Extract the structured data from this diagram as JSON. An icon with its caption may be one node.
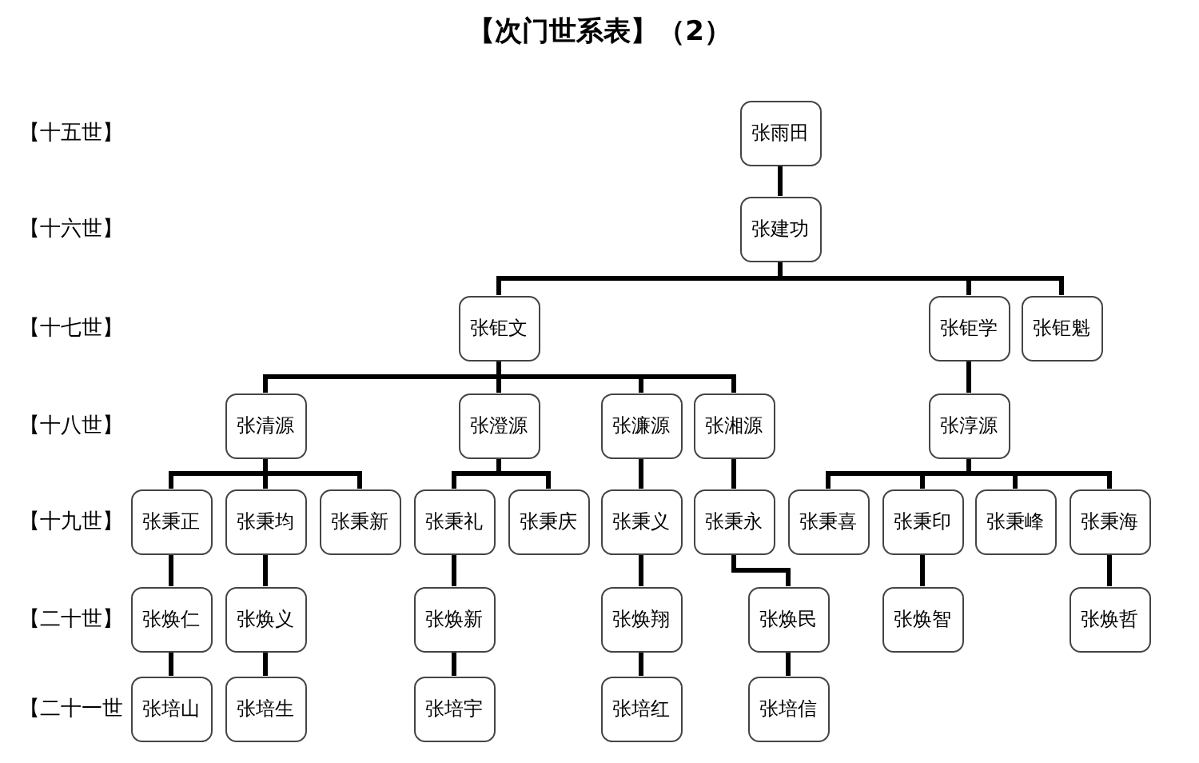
{
  "diagram": {
    "title": "【次门世系表】（2）",
    "nodes": [
      {
        "text": [
          "张雨田"
        ]
      },
      {
        "text": [
          "张建功"
        ]
      },
      {
        "text": [
          "张钜文"
        ]
      },
      {
        "text": [
          "张钜学"
        ]
      },
      {
        "text": [
          "张钜魁"
        ]
      },
      {
        "text": [
          "张清源"
        ]
      },
      {
        "text": [
          "张澄源"
        ]
      },
      {
        "text": [
          "张濂源"
        ]
      },
      {
        "text": [
          "张湘源"
        ]
      },
      {
        "text": [
          "张淳源"
        ]
      },
      {
        "text": [
          "张秉正"
        ]
      },
      {
        "text": [
          "张秉均"
        ]
      },
      {
        "text": [
          "张秉新"
        ]
      },
      {
        "text": [
          "张秉礼"
        ]
      },
      {
        "text": [
          "张秉庆"
        ]
      },
      {
        "text": [
          "张秉义"
        ]
      },
      {
        "text": [
          "张秉永"
        ]
      },
      {
        "text": [
          "张秉喜"
        ]
      },
      {
        "text": [
          "张秉印"
        ]
      },
      {
        "text": [
          "张秉峰"
        ]
      },
      {
        "text": [
          "张秉海"
        ]
      },
      {
        "text": [
          "张焕仁"
        ]
      },
      {
        "text": [
          "张焕义"
        ]
      },
      {
        "text": [
          "张焕新"
        ]
      },
      {
        "text": [
          "张焕翔"
        ]
      },
      {
        "text": [
          "张焕民"
        ]
      },
      {
        "text": [
          "张焕智"
        ]
      },
      {
        "text": [
          "张焕哲"
        ]
      },
      {
        "text": [
          "张培山"
        ]
      },
      {
        "text": [
          "张培生"
        ]
      },
      {
        "text": [
          "张培宇"
        ]
      },
      {
        "text": [
          "张培红"
        ]
      },
      {
        "text": [
          "张培信"
        ]
      }
    ],
    "edges": [
      {
        "from": 0,
        "to": 1,
        "arrow": "none"
      },
      {
        "from": 1,
        "to": 2,
        "arrow": "none"
      },
      {
        "from": 1,
        "to": 3,
        "arrow": "none"
      },
      {
        "from": 1,
        "to": 4,
        "arrow": "none"
      },
      {
        "from": 2,
        "to": 5,
        "arrow": "none"
      },
      {
        "from": 2,
        "to": 6,
        "arrow": "none"
      },
      {
        "from": 2,
        "to": 7,
        "arrow": "none"
      },
      {
        "from": 2,
        "to": 8,
        "arrow": "none"
      },
      {
        "from": 3,
        "to": 9,
        "arrow": "none"
      },
      {
        "from": 5,
        "to": 10,
        "arrow": "none"
      },
      {
        "from": 5,
        "to": 11,
        "arrow": "none"
      },
      {
        "from": 5,
        "to": 12,
        "arrow": "none"
      },
      {
        "from": 6,
        "to": 13,
        "arrow": "none"
      },
      {
        "from": 6,
        "to": 14,
        "arrow": "none"
      },
      {
        "from": 7,
        "to": 15,
        "arrow": "none"
      },
      {
        "from": 8,
        "to": 16,
        "arrow": "none"
      },
      {
        "from": 9,
        "to": 17,
        "arrow": "none"
      },
      {
        "from": 9,
        "to": 18,
        "arrow": "none"
      },
      {
        "from": 9,
        "to": 19,
        "arrow": "none"
      },
      {
        "from": 9,
        "to": 20,
        "arrow": "none"
      },
      {
        "from": 10,
        "to": 21,
        "arrow": "none"
      },
      {
        "from": 11,
        "to": 22,
        "arrow": "none"
      },
      {
        "from": 13,
        "to": 23,
        "arrow": "none"
      },
      {
        "from": 15,
        "to": 24,
        "arrow": "none"
      },
      {
        "from": 16,
        "to": 25,
        "arrow": "none"
      },
      {
        "from": 18,
        "to": 26,
        "arrow": "none"
      },
      {
        "from": 20,
        "to": 27,
        "arrow": "none"
      },
      {
        "from": 21,
        "to": 28,
        "arrow": "none"
      },
      {
        "from": 22,
        "to": 29,
        "arrow": "none"
      },
      {
        "from": 23,
        "to": 30,
        "arrow": "none"
      },
      {
        "from": 24,
        "to": 31,
        "arrow": "none"
      },
      {
        "from": 25,
        "to": 32,
        "arrow": "none"
      }
    ],
    "labels": [
      "【十五世】",
      "【十六世】",
      "【十七世】",
      "【十八世】",
      "【十九世】",
      "【二十世】",
      "【二十一世"
    ]
  }
}
